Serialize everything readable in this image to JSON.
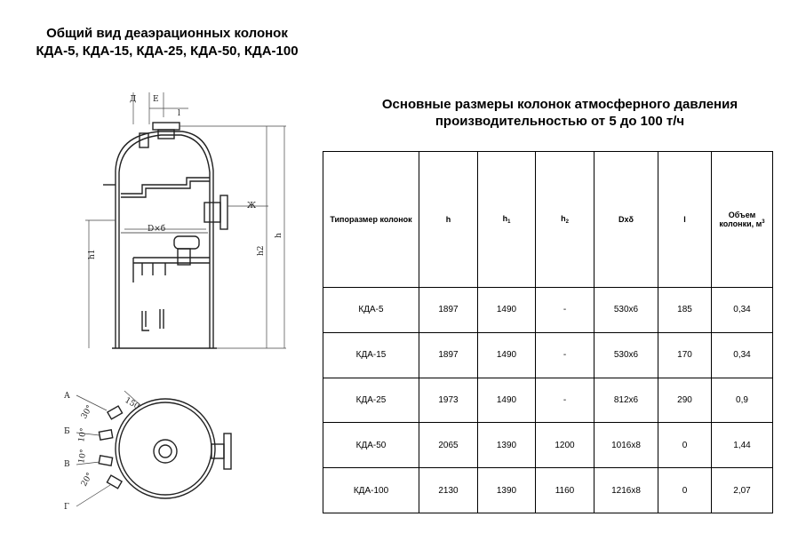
{
  "left_title": {
    "line1": "Общий вид деаэрационных колонок",
    "line2": "КДА-5, КДА-15, КДА-25, КДА-50, КДА-100"
  },
  "right_title": {
    "line1": "Основные размеры колонок атмосферного давления",
    "line2": "производительностью от 5 до 100 т/ч"
  },
  "drawing_labels": {
    "d": "Д",
    "e": "Е",
    "zh": "Ж",
    "l": "l",
    "diameter": "D×б",
    "h1": "h1",
    "h2": "h2",
    "h": "h",
    "a": "А",
    "b": "Б",
    "v": "В",
    "g": "Г",
    "dim150": "150",
    "ang30": "30°",
    "ang10a": "10°",
    "ang10b": "10°",
    "ang20": "20°"
  },
  "table": {
    "headers": {
      "type": "Типоразмер колонок",
      "h": "h",
      "h1_base": "h",
      "h1_sub": "1",
      "h2_base": "h",
      "h2_sub": "2",
      "dxd": "Dxδ",
      "l": "l",
      "volume": "Объем колонки, м",
      "volume_sup": "3"
    },
    "rows": [
      {
        "type": "КДА-5",
        "h": "1897",
        "h1": "1490",
        "h2": "-",
        "dxd": "530х6",
        "l": "185",
        "v": "0,34"
      },
      {
        "type": "КДА-15",
        "h": "1897",
        "h1": "1490",
        "h2": "-",
        "dxd": "530х6",
        "l": "170",
        "v": "0,34"
      },
      {
        "type": "КДА-25",
        "h": "1973",
        "h1": "1490",
        "h2": "-",
        "dxd": "812х6",
        "l": "290",
        "v": "0,9"
      },
      {
        "type": "КДА-50",
        "h": "2065",
        "h1": "1390",
        "h2": "1200",
        "dxd": "1016х8",
        "l": "0",
        "v": "1,44"
      },
      {
        "type": "КДА-100",
        "h": "2130",
        "h1": "1390",
        "h2": "1160",
        "dxd": "1216х8",
        "l": "0",
        "v": "2,07"
      }
    ]
  }
}
